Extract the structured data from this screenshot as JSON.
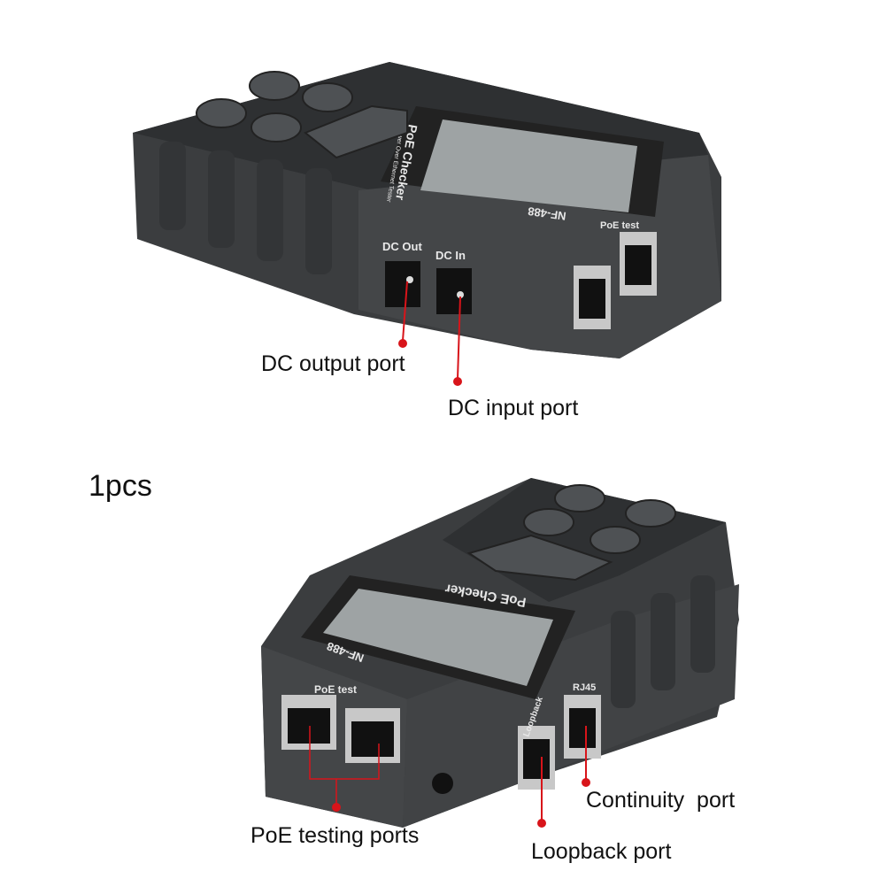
{
  "quantity_label": "1pcs",
  "top_device": {
    "labels": {
      "dc_out": "DC Out",
      "dc_in": "DC In",
      "poe_test": "PoE test",
      "model": "NF-488",
      "brand": "PoE Checker",
      "subtitle": "Power Over Ethernet Tester"
    },
    "callouts": {
      "dc_output": "DC output port",
      "dc_input": "DC input port"
    }
  },
  "bottom_device": {
    "labels": {
      "poe_test": "PoE test",
      "model": "NF-488",
      "brand": "PoE Checker",
      "loopback": "Loopback",
      "rj45": "RJ45"
    },
    "callouts": {
      "poe_testing": "PoE testing ports",
      "loopback": "Loopback port",
      "continuity": "Continuity  port"
    }
  },
  "colors": {
    "body": "#3e4042",
    "body_dark": "#2a2b2d",
    "lcd": "#9ea3a4",
    "callout": "#d8141a"
  }
}
